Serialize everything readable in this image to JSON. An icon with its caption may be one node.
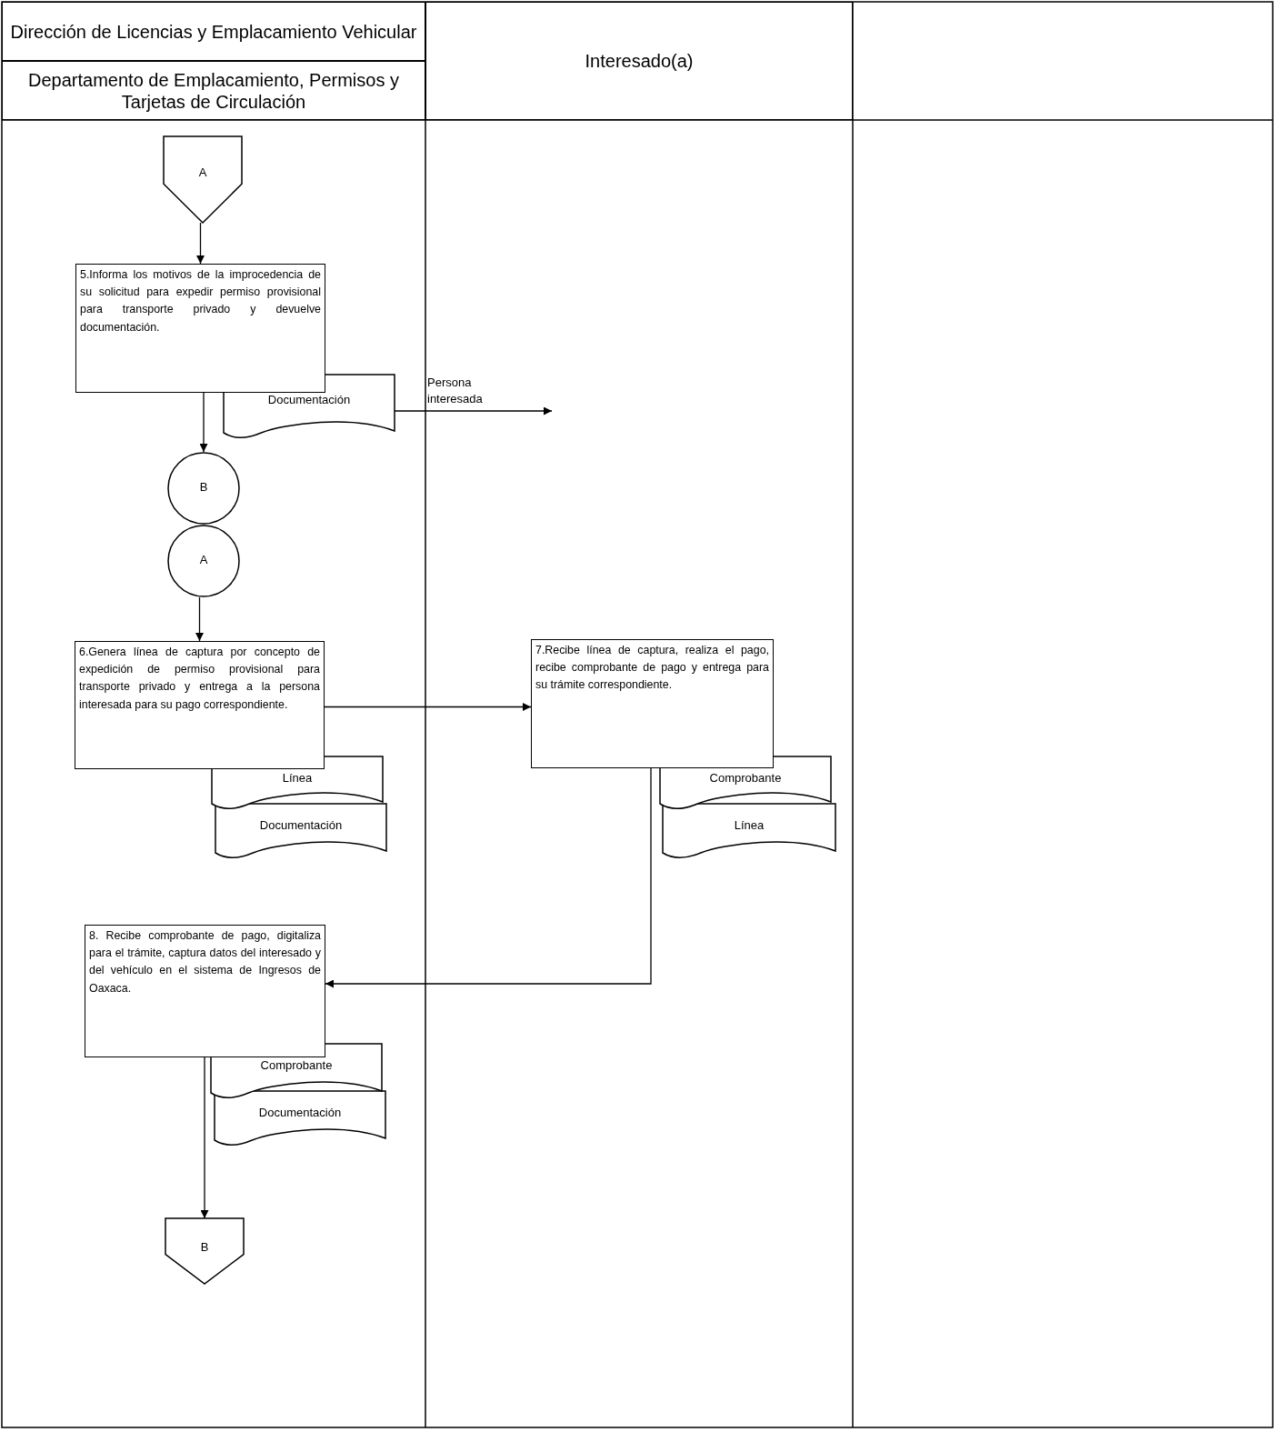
{
  "diagram": {
    "nodes": [
      {
        "text": [
          "Dirección de Licencias y Emplacamiento Vehicular"
        ]
      },
      {
        "text": [
          "Departamento de Emplacamiento, Permisos y Tarjetas de Circulación"
        ]
      },
      {
        "text": [
          "Interesado(a)"
        ]
      },
      {
        "text": [
          "A"
        ]
      },
      {
        "text": [
          "5.Informa los motivos de la improcedencia de su solicitud para expedir permiso provisional para transporte privado y devuelve documentación."
        ]
      },
      {
        "text": [
          "Documentación"
        ]
      },
      {
        "text": [
          "B"
        ]
      },
      {
        "text": [
          "A"
        ]
      },
      {
        "text": [
          "6.Genera línea de captura por concepto de expedición de permiso provisional para transporte privado y entrega a la persona interesada para su pago correspondiente."
        ]
      },
      {
        "text": [
          "Línea"
        ]
      },
      {
        "text": [
          "Documentación"
        ]
      },
      {
        "text": [
          "7.Recibe línea de captura, realiza el pago, recibe comprobante de pago y entrega para su trámite correspondiente."
        ]
      },
      {
        "text": [
          "Comprobante"
        ]
      },
      {
        "text": [
          "Línea"
        ]
      },
      {
        "text": [
          "8. Recibe comprobante de pago, digitaliza para el trámite, captura datos del interesado y del vehículo en el sistema de Ingresos de Oaxaca."
        ]
      },
      {
        "text": [
          "Comprobante"
        ]
      },
      {
        "text": [
          "Documentación"
        ]
      },
      {
        "text": [
          "B"
        ]
      }
    ],
    "edges": [
      {
        "from": 3,
        "to": 4,
        "arrow": "to"
      },
      {
        "from": 4,
        "to": 6,
        "arrow": "to"
      },
      {
        "from": 5,
        "to": null,
        "arrow": "to",
        "label": "Persona interesada"
      },
      {
        "from": 7,
        "to": 8,
        "arrow": "to"
      },
      {
        "from": 8,
        "to": 11,
        "arrow": "to"
      },
      {
        "from": 11,
        "to": 14,
        "arrow": "to"
      },
      {
        "from": 14,
        "to": 17,
        "arrow": "to"
      }
    ]
  }
}
